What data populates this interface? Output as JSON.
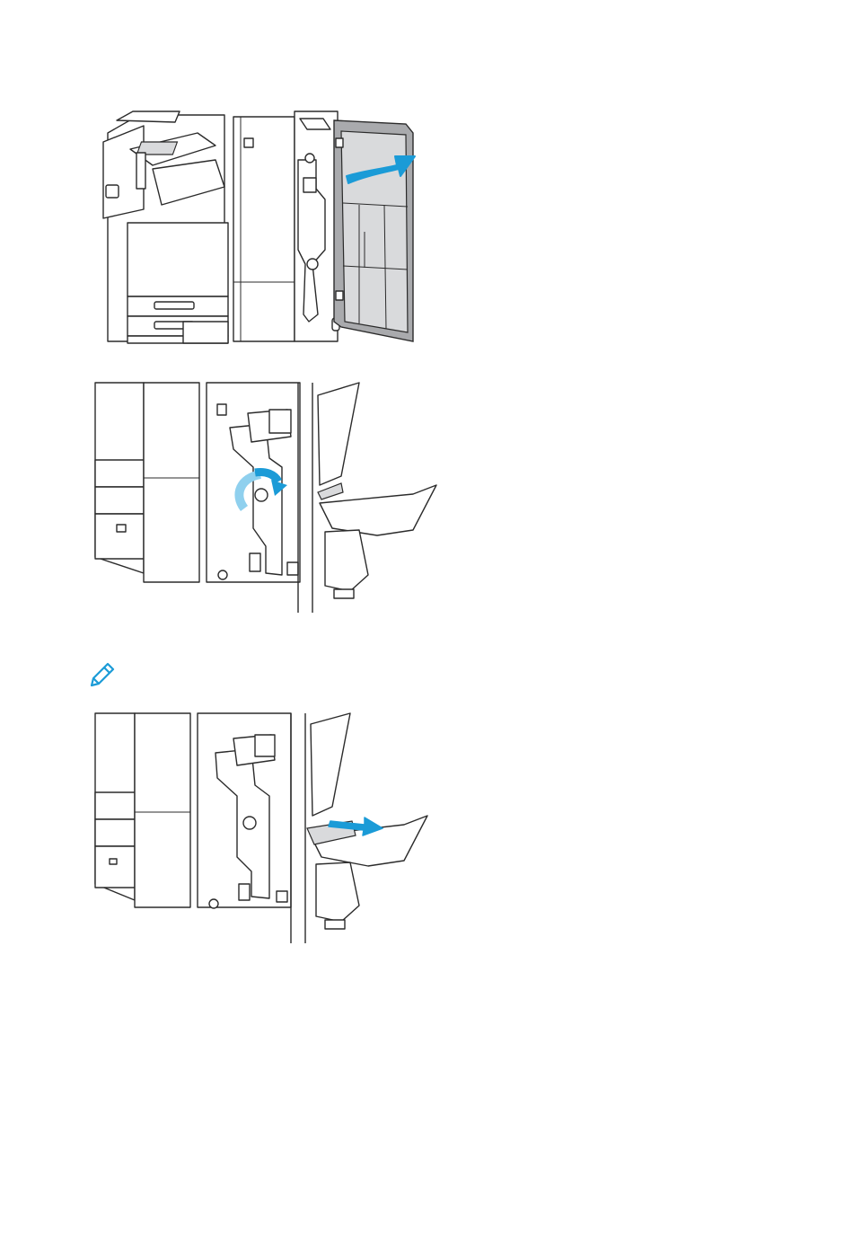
{
  "colors": {
    "arrow": "#1b9bd7",
    "arrow_light": "#8fd0ee",
    "line": "#2b2b2b",
    "door_grey": "#a9aaad",
    "note_icon": "#1b9bd7"
  },
  "figures": [
    {
      "id": "fig1",
      "depicts": "open-front-door",
      "arrow": "curved-arrow-right"
    },
    {
      "id": "fig2",
      "depicts": "rotate-knob",
      "arrow": "rotation-arrow"
    },
    {
      "id": "fig3",
      "depicts": "remove-paper-from-tray",
      "arrow": "straight-arrow-right"
    }
  ],
  "note": {
    "icon": "pencil-icon"
  }
}
